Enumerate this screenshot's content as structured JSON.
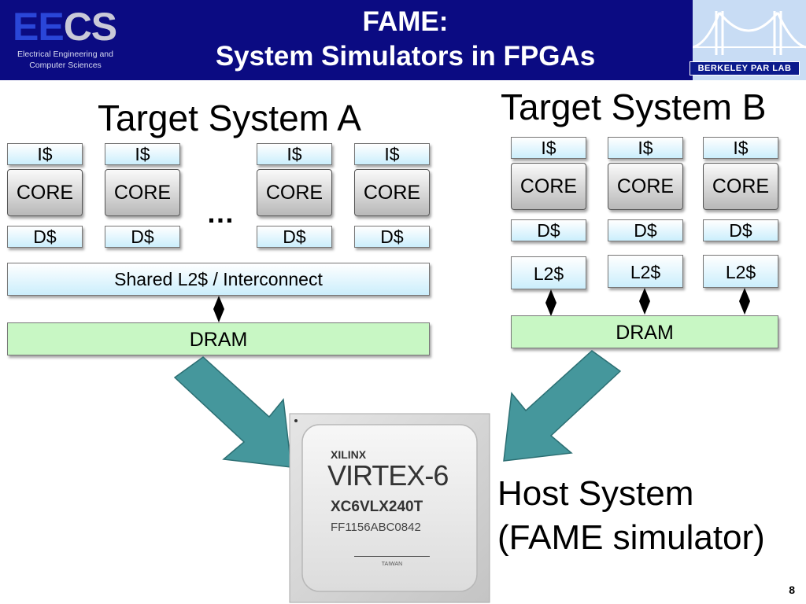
{
  "header": {
    "logo_ee": "EE",
    "logo_cs": "CS",
    "logo_line1": "Electrical Engineering and",
    "logo_line2": "Computer Sciences",
    "title_line1": "FAME:",
    "title_line2": "System Simulators in FPGAs",
    "parlab_label": "BERKELEY PAR LAB",
    "colors": {
      "bar": "#0b0b82",
      "parlab_bg": "#c8dcf4"
    }
  },
  "system_a": {
    "title": "Target System A",
    "icache_label": "I$",
    "core_label": "CORE",
    "dcache_label": "D$",
    "ellipsis": "…",
    "shared_label": "Shared L2$ / Interconnect",
    "dram_label": "DRAM"
  },
  "system_b": {
    "title": "Target System B",
    "icache_label": "I$",
    "core_label": "CORE",
    "dcache_label": "D$",
    "l2_label": "L2$",
    "dram_label": "DRAM"
  },
  "host": {
    "line1": "Host System",
    "line2": "(FAME simulator)",
    "chip": {
      "brand": "XILINX",
      "family": "VIRTEX",
      "generation": "-6",
      "part": "XC6VLX240T",
      "lot": "FF1156ABC0842",
      "origin": "TAIWAN"
    }
  },
  "footer": {
    "page_number": "8"
  },
  "colors": {
    "cache_fill": "#cbeefc",
    "dram_fill": "#c8f7c4",
    "arrow_fill": "#45979c",
    "connector": "#000000"
  }
}
